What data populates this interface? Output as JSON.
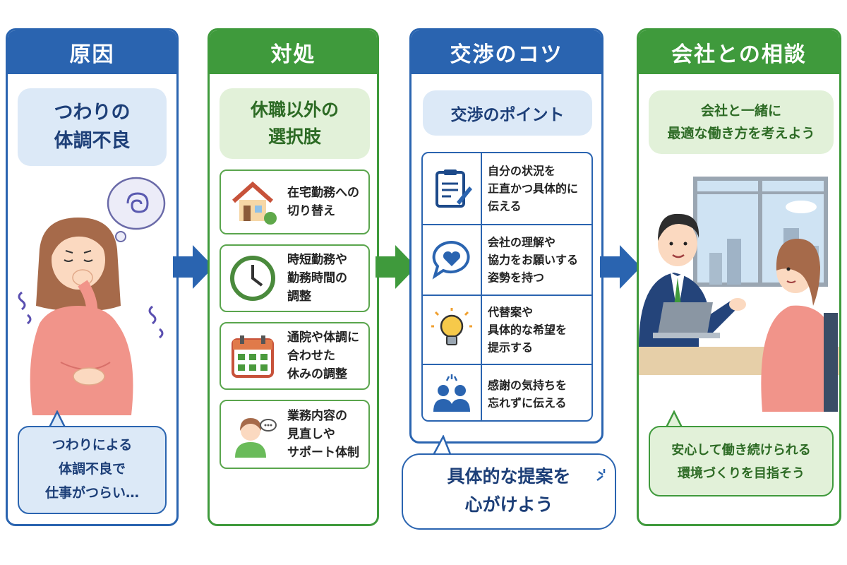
{
  "colors": {
    "blue": "#2a64b0",
    "green": "#3f9a3c",
    "blue_light": "#dce9f7",
    "green_light": "#e2f1d9"
  },
  "panels": [
    {
      "header": "原因",
      "title": "つわりの\n体調不良",
      "bubble": "つわりによる\n体調不良で\n仕事がつらい…"
    },
    {
      "header": "対処",
      "title": "休職以外の\n選択肢",
      "options": [
        {
          "icon": "house-icon",
          "label": "在宅勤務への\n切り替え"
        },
        {
          "icon": "clock-icon",
          "label": "時短勤務や\n勤務時間の\n調整"
        },
        {
          "icon": "calendar-icon",
          "label": "通院や体調に\n合わせた\n休みの調整"
        },
        {
          "icon": "person-chat-icon",
          "label": "業務内容の\n見直しや\nサポート体制"
        }
      ]
    },
    {
      "header": "交渉のコツ",
      "title": "交渉のポイント",
      "tips": [
        {
          "icon": "clipboard-icon",
          "label": "自分の状況を\n正直かつ具体的に\n伝える"
        },
        {
          "icon": "heart-bubble-icon",
          "label": "会社の理解や\n協力をお願いする\n姿勢を持つ"
        },
        {
          "icon": "lightbulb-icon",
          "label": "代替案や\n具体的な希望を\n提示する"
        },
        {
          "icon": "people-icon",
          "label": "感謝の気持ちを\n忘れずに伝える"
        }
      ],
      "bubble": "具体的な提案を\n心がけよう"
    },
    {
      "header": "会社との相談",
      "title": "会社と一緒に\n最適な働き方を考えよう",
      "bubble": "安心して働き続けられる\n環境づくりを目指そう"
    }
  ]
}
